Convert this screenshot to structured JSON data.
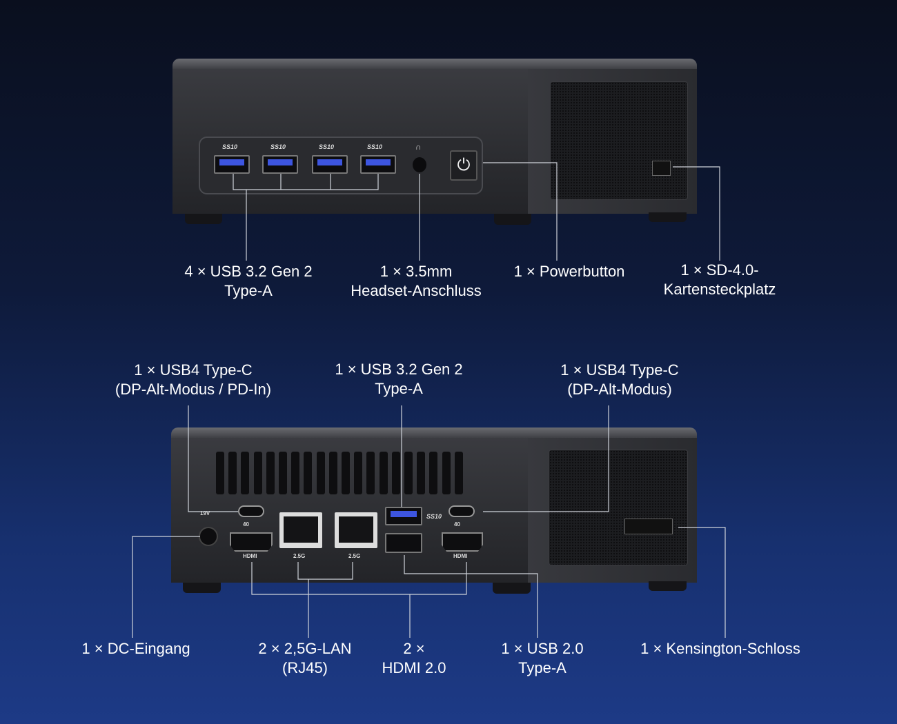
{
  "top_device": {
    "port_marks": {
      "usb_speed": "SS10",
      "audio": "headset-icon"
    },
    "labels": [
      {
        "line1": "4 × USB 3.2 Gen 2",
        "line2": "Type-A"
      },
      {
        "line1": "1 × 3.5mm",
        "line2": "Headset-Anschluss"
      },
      {
        "line1": "1 ×  Powerbutton"
      },
      {
        "line1": "1 ×  SD-4.0-",
        "line2": "Kartensteckplatz"
      }
    ]
  },
  "bottom_device": {
    "port_marks": {
      "dc": "19V",
      "hdmi": "HDMI",
      "lan": "2.5G",
      "usb_speed": "SS10",
      "usb4": "40"
    },
    "labels_top": [
      {
        "line1": "1 × USB4 Type-C",
        "line2": "(DP-Alt-Modus / PD-In)"
      },
      {
        "line1": "1 ×  USB 3.2 Gen 2",
        "line2": "Type-A"
      },
      {
        "line1": "1 × USB4 Type-C",
        "line2": "(DP-Alt-Modus)"
      }
    ],
    "labels_bottom": [
      {
        "line1": "1 × DC-Eingang"
      },
      {
        "line1": "2 × 2,5G-LAN",
        "line2": "(RJ45)"
      },
      {
        "line1": "2 ×",
        "line2": "HDMI 2.0"
      },
      {
        "line1": "1 × USB 2.0",
        "line2": "Type-A"
      },
      {
        "line1": "1 × Kensington-Schloss"
      }
    ]
  },
  "colors": {
    "background_top": "#0a0f1e",
    "background_bottom": "#1d3a86",
    "usb3_blue": "#3d55e0",
    "callout_line": "#cfd3da"
  }
}
